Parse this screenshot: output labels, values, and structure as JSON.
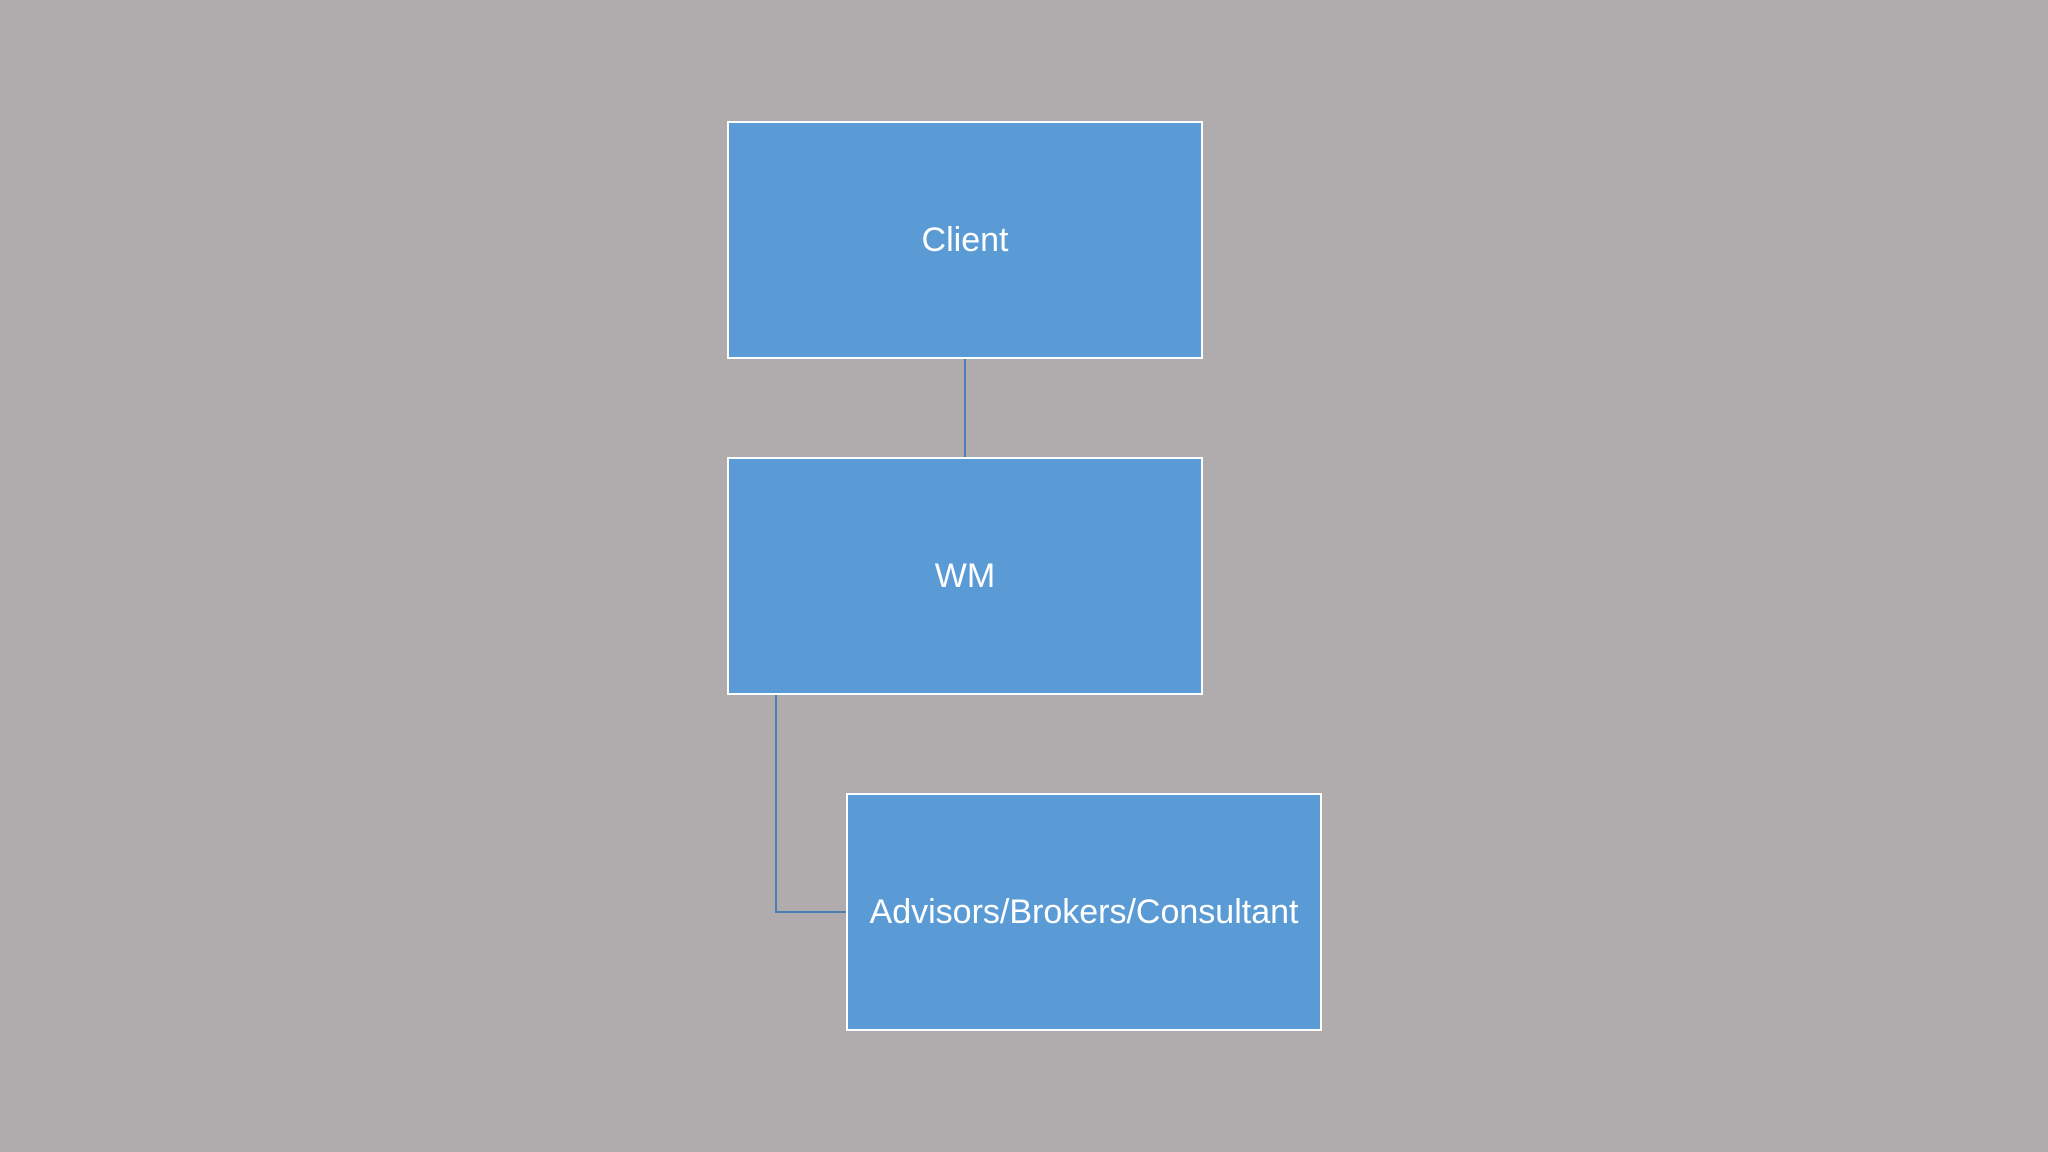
{
  "diagram": {
    "nodes": [
      {
        "id": "client",
        "label": "Client"
      },
      {
        "id": "wm",
        "label": "WM"
      },
      {
        "id": "advisors",
        "label": "Advisors/Brokers/Consultant"
      }
    ],
    "edges": [
      {
        "from": "client",
        "to": "wm"
      },
      {
        "from": "wm",
        "to": "advisors"
      }
    ]
  },
  "colors": {
    "background": "#b0abad",
    "node_fill": "#5b9bd5",
    "node_border": "#ffffff",
    "connector": "#4a7fb5",
    "text": "#ffffff"
  }
}
